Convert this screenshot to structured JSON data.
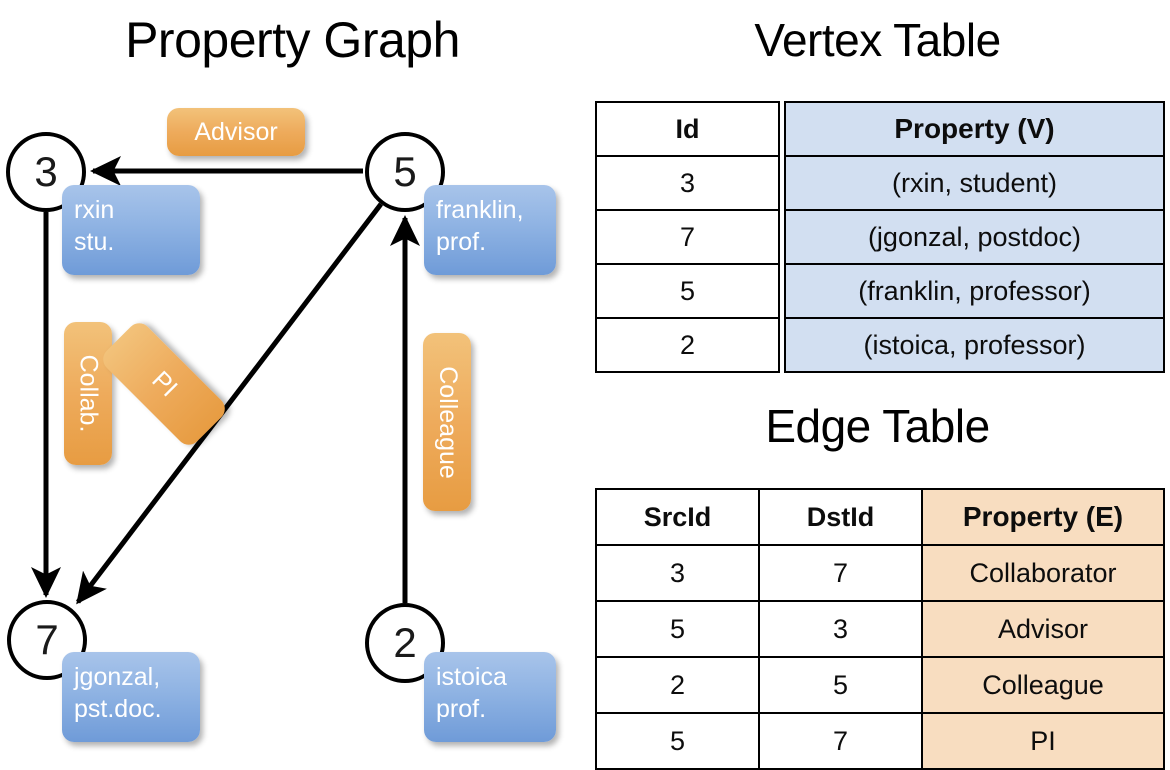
{
  "titles": {
    "property_graph": "Property Graph",
    "vertex_table": "Vertex Table",
    "edge_table": "Edge Table"
  },
  "graph": {
    "nodes": [
      {
        "id": "3",
        "label": "rxin\nstu.",
        "name1": "rxin",
        "name2": "stu."
      },
      {
        "id": "5",
        "label": "franklin, prof.",
        "name1": "franklin,",
        "name2": "prof."
      },
      {
        "id": "7",
        "label": "jgonzal, pst.doc.",
        "name1": "jgonzal,",
        "name2": "pst.doc."
      },
      {
        "id": "2",
        "label": "istoica prof.",
        "name1": "istoica",
        "name2": "prof."
      }
    ],
    "edge_labels": [
      {
        "key": "advisor",
        "text": "Advisor"
      },
      {
        "key": "collab",
        "text": "Collab."
      },
      {
        "key": "pi",
        "text": "PI"
      },
      {
        "key": "colleague",
        "text": "Colleague"
      }
    ],
    "colors": {
      "vertex_box": "#8fb3e3",
      "edge_box": "#eeab5c",
      "node_stroke": "#000000"
    }
  },
  "vertex_table": {
    "headers": [
      "Id",
      "Property (V)"
    ],
    "rows": [
      {
        "id": "3",
        "property": "(rxin, student)"
      },
      {
        "id": "7",
        "property": "(jgonzal, postdoc)"
      },
      {
        "id": "5",
        "property": "(franklin, professor)"
      },
      {
        "id": "2",
        "property": "(istoica, professor)"
      }
    ],
    "accent": "#d2dff1"
  },
  "edge_table": {
    "headers": [
      "SrcId",
      "DstId",
      "Property (E)"
    ],
    "rows": [
      {
        "src": "3",
        "dst": "7",
        "property": "Collaborator"
      },
      {
        "src": "5",
        "dst": "3",
        "property": "Advisor"
      },
      {
        "src": "2",
        "dst": "5",
        "property": "Colleague"
      },
      {
        "src": "5",
        "dst": "7",
        "property": "PI"
      }
    ],
    "accent": "#f8ddc0"
  }
}
